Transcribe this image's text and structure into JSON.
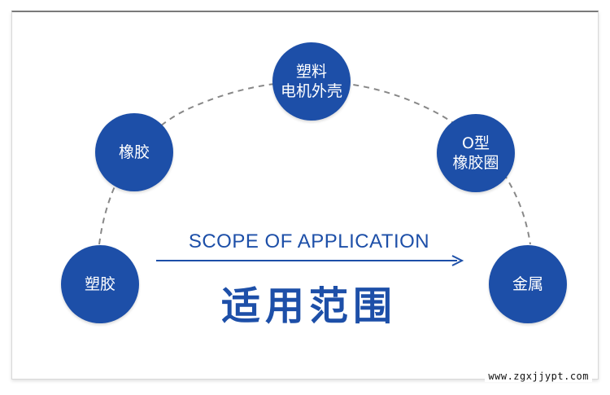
{
  "colors": {
    "accent": "#1d4fa8",
    "node_text": "#ffffff",
    "arc_line": "#888888"
  },
  "nodes": [
    {
      "id": "plastic",
      "lines": [
        "塑胶"
      ]
    },
    {
      "id": "rubber",
      "lines": [
        "橡胶"
      ]
    },
    {
      "id": "plastic-motor-housing",
      "lines": [
        "塑料",
        "电机外壳"
      ]
    },
    {
      "id": "o-ring",
      "lines": [
        "O型",
        "橡胶圈"
      ]
    },
    {
      "id": "metal",
      "lines": [
        "金属"
      ]
    }
  ],
  "scope_label": "SCOPE OF APPLICATION",
  "title": "适用范围",
  "watermark": "www.zgxjjypt.com"
}
